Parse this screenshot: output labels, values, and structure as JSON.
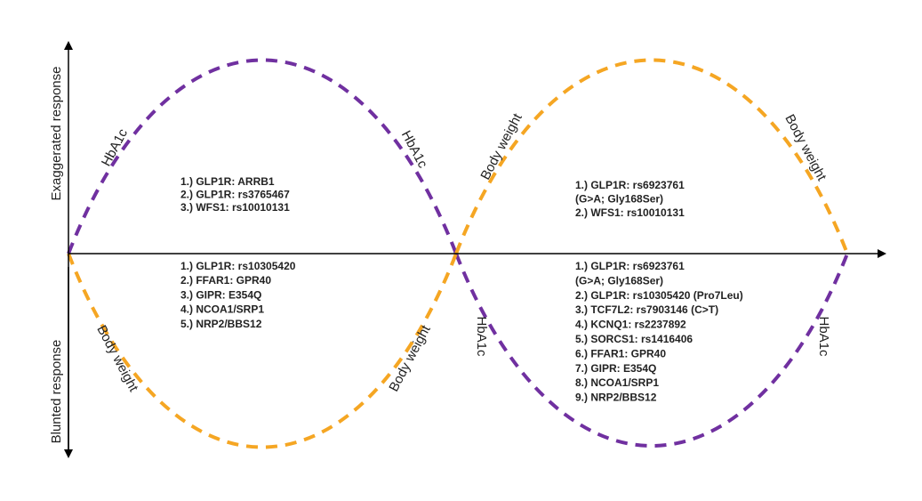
{
  "colors": {
    "purple": "#7030a0",
    "orange": "#f5a623",
    "axis": "#000000"
  },
  "axes": {
    "y_top_label": "Exaggerated response",
    "y_bottom_label": "Blunted response"
  },
  "curve_labels": {
    "hba1c_upper_left": "HbA1c",
    "hba1c_upper_right": "HbA1c",
    "bw_lower_left": "Body weight",
    "bw_lower_right": "Body weight",
    "bw_upper_left": "Body weight",
    "bw_upper_right": "Body weight",
    "hba1c_lower_left": "HbA1c",
    "hba1c_lower_right": "HbA1c"
  },
  "panels": {
    "upper_left": [
      "1.) GLP1R: ARRB1",
      "2.) GLP1R: rs3765467",
      "3.) WFS1: rs10010131"
    ],
    "upper_right": [
      "1.) GLP1R: rs6923761",
      "(G>A; Gly168Ser)",
      "2.) WFS1: rs10010131"
    ],
    "lower_left": [
      "1.) GLP1R: rs10305420",
      "2.) FFAR1: GPR40",
      "3.) GIPR: E354Q",
      "4.) NCOA1/SRP1",
      "5.) NRP2/BBS12"
    ],
    "lower_right": [
      "1.) GLP1R: rs6923761",
      "(G>A; Gly168Ser)",
      "2.) GLP1R: rs10305420 (Pro7Leu)",
      "3.) TCF7L2: rs7903146 (C>T)",
      "4.) KCNQ1: rs2237892",
      "5.) SORCS1: rs1416406",
      "6.) FFAR1: GPR40",
      "7.) GIPR: E354Q",
      "8.) NCOA1/SRP1",
      "9.) NRP2/BBS12"
    ]
  }
}
